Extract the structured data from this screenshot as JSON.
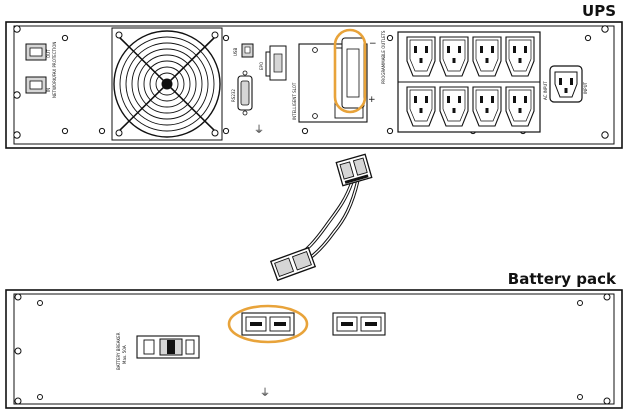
{
  "headings": {
    "ups": "UPS",
    "battery": "Battery pack"
  },
  "ups_labels": {
    "port_out": "OUT",
    "port_in": "IN",
    "network_protection": "NETWORK/FAX PROTECTION",
    "usb": "USB",
    "epo": "EPO",
    "rs232": "RS232",
    "intelligent_slot": "INTELLIGENT SLOT",
    "programmable_outlets": "PROGRAMMABLE OUTLETS",
    "ac_input": "AC INPUT",
    "input": "INPUT",
    "plus": "+",
    "minus": "−",
    "ground": "⏚"
  },
  "battery_labels": {
    "breaker_line1": "BATTERY BREAKER",
    "breaker_line2": "Max. 50A",
    "ground": "⏚"
  },
  "colors": {
    "highlight": "#e8a33a",
    "line": "#111111",
    "panel_fill": "#ffffff",
    "port_fill": "#d6d6d6",
    "outlet_fill": "#ffffff"
  }
}
